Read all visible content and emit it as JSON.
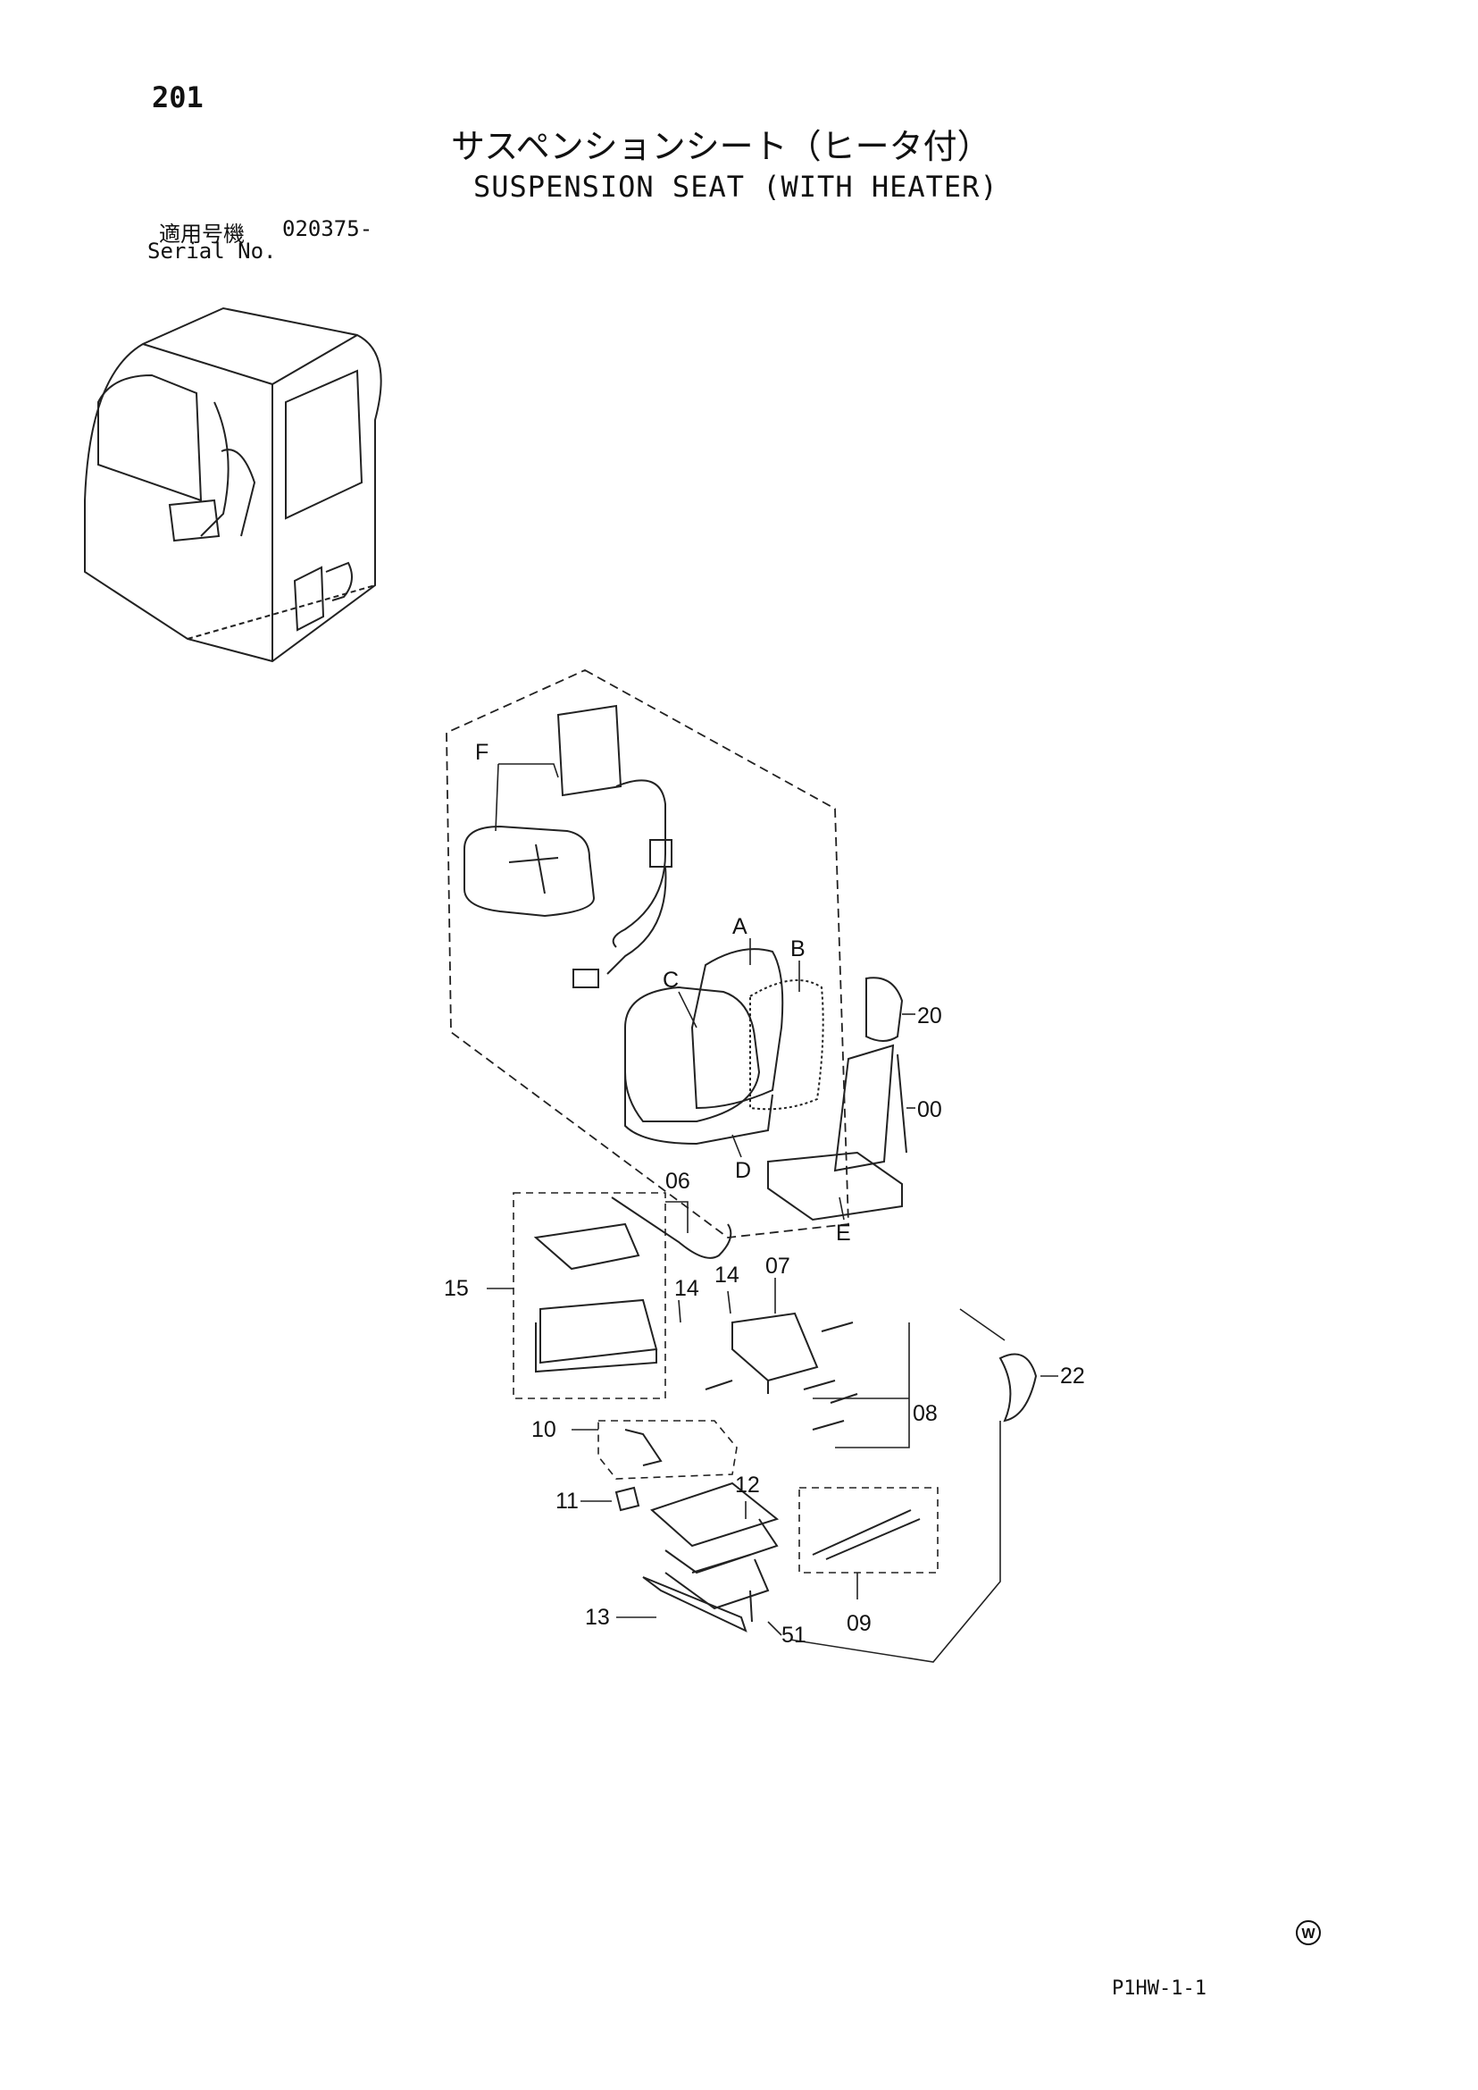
{
  "header": {
    "page_number": "201",
    "title_jp": "サスペンションシート（ヒータ付）",
    "title_en": "SUSPENSION SEAT (WITH HEATER)",
    "serial_label_jp": "適用号機",
    "serial_from": "020375-",
    "serial_label_en": "Serial No."
  },
  "callouts": {
    "F": "F",
    "A": "A",
    "B": "B",
    "C": "C",
    "D": "D",
    "E": "E",
    "p20": "20",
    "p00": "00",
    "p06": "06",
    "p07": "07",
    "p14a": "14",
    "p14b": "14",
    "p15": "15",
    "p22": "22",
    "p08": "08",
    "p10": "10",
    "p11": "11",
    "p12": "12",
    "p09": "09",
    "p13": "13",
    "p51": "51"
  },
  "footer": {
    "page_code": "P1HW-1-1",
    "mark": "W"
  }
}
